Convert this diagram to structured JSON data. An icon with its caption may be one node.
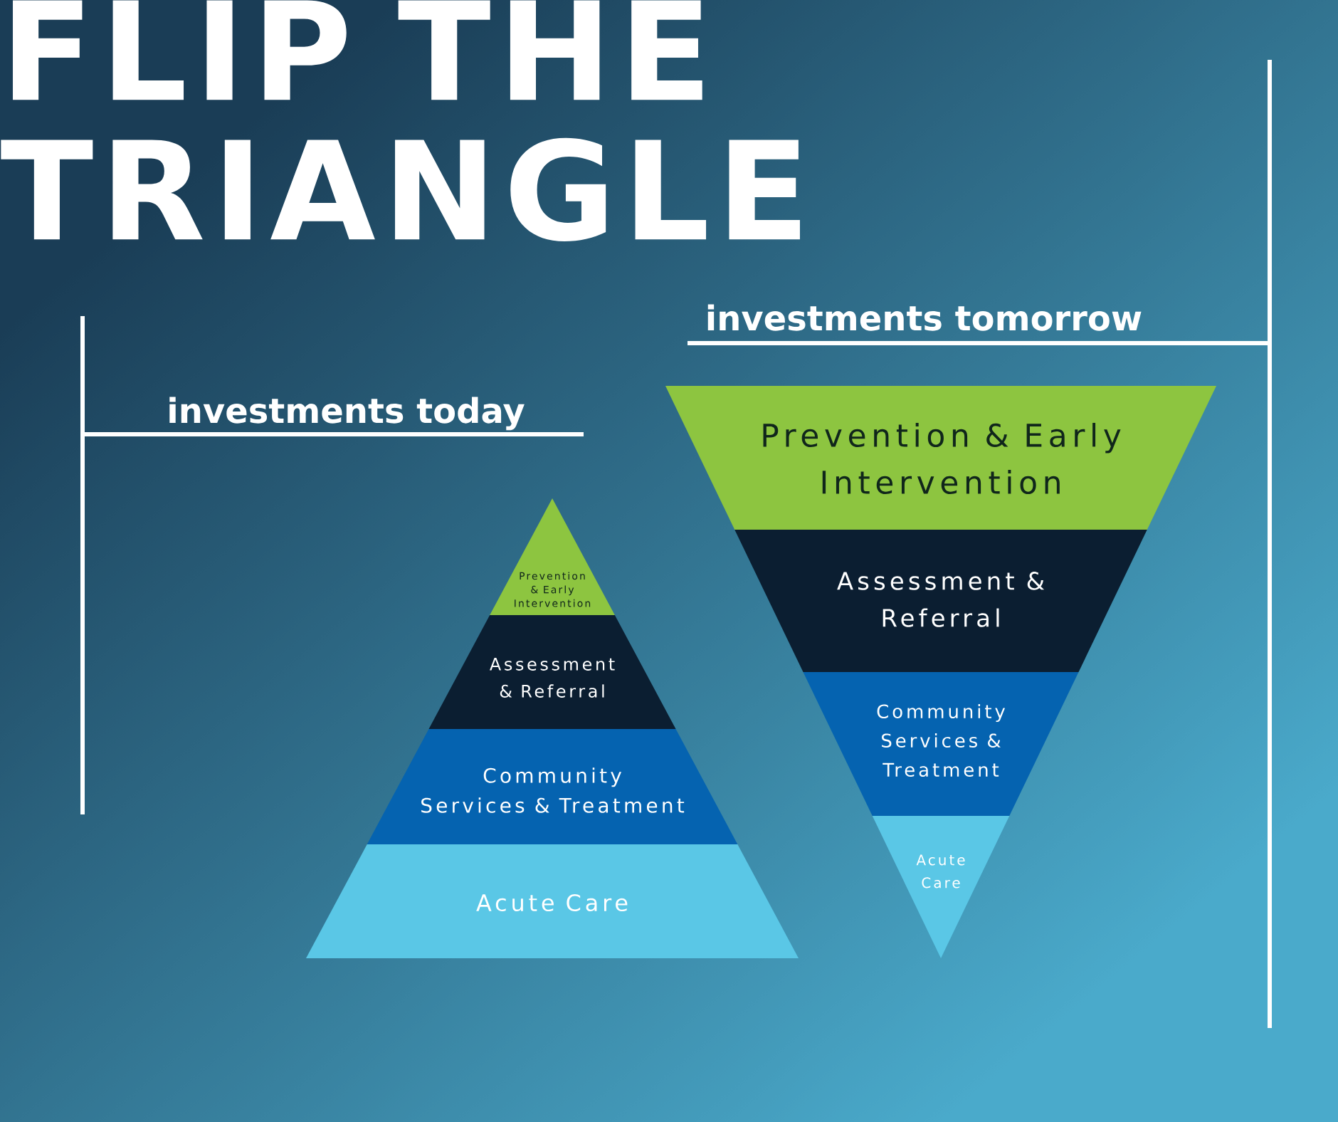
{
  "diagram": {
    "title": "FLIP THE TRIANGLE",
    "nodes": [
      {
        "text": [
          "Prevention & Early Intervention"
        ]
      },
      {
        "text": [
          "Assessment & Referral"
        ]
      },
      {
        "text": [
          "Community Services & Treatment"
        ]
      },
      {
        "text": [
          "Acute Care"
        ]
      },
      {
        "text": [
          "Prevention & Early Intervention"
        ]
      },
      {
        "text": [
          "Assessment & Referral"
        ]
      },
      {
        "text": [
          "Community Services & Treatment"
        ]
      },
      {
        "text": [
          "Acute Care"
        ]
      }
    ],
    "labels": [
      "investments today",
      "investments tomorrow"
    ]
  }
}
